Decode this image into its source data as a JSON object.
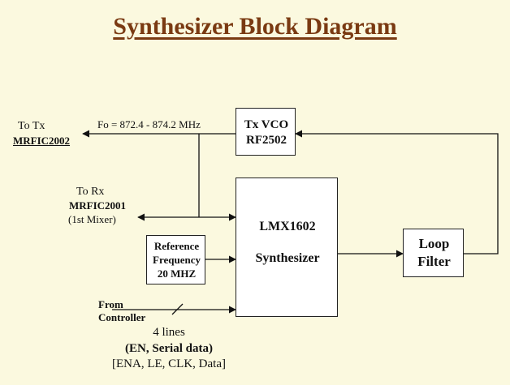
{
  "title": "Synthesizer Block Diagram",
  "tx_vco": {
    "line1": "Tx VCO",
    "line2": "RF2502"
  },
  "synth": {
    "line1": "LMX1602",
    "line2": "Synthesizer"
  },
  "loop_filter": {
    "line1": "Loop",
    "line2": "Filter"
  },
  "reference": {
    "line1": "Reference",
    "line2": "Frequency",
    "line3": "20 MHZ"
  },
  "to_tx": {
    "line1": "To Tx",
    "line2": "MRFIC2002"
  },
  "fo_label": "Fo = 872.4 - 874.2 MHz",
  "to_rx": {
    "line1": "To Rx",
    "line2": "MRFIC2001",
    "line3": "(1st Mixer)"
  },
  "controller": {
    "line1": "From",
    "line2": "Controller"
  },
  "lines_note": {
    "line1": "4 lines",
    "line2": "(EN, Serial data)",
    "line3": "[ENA, LE, CLK, Data]"
  }
}
